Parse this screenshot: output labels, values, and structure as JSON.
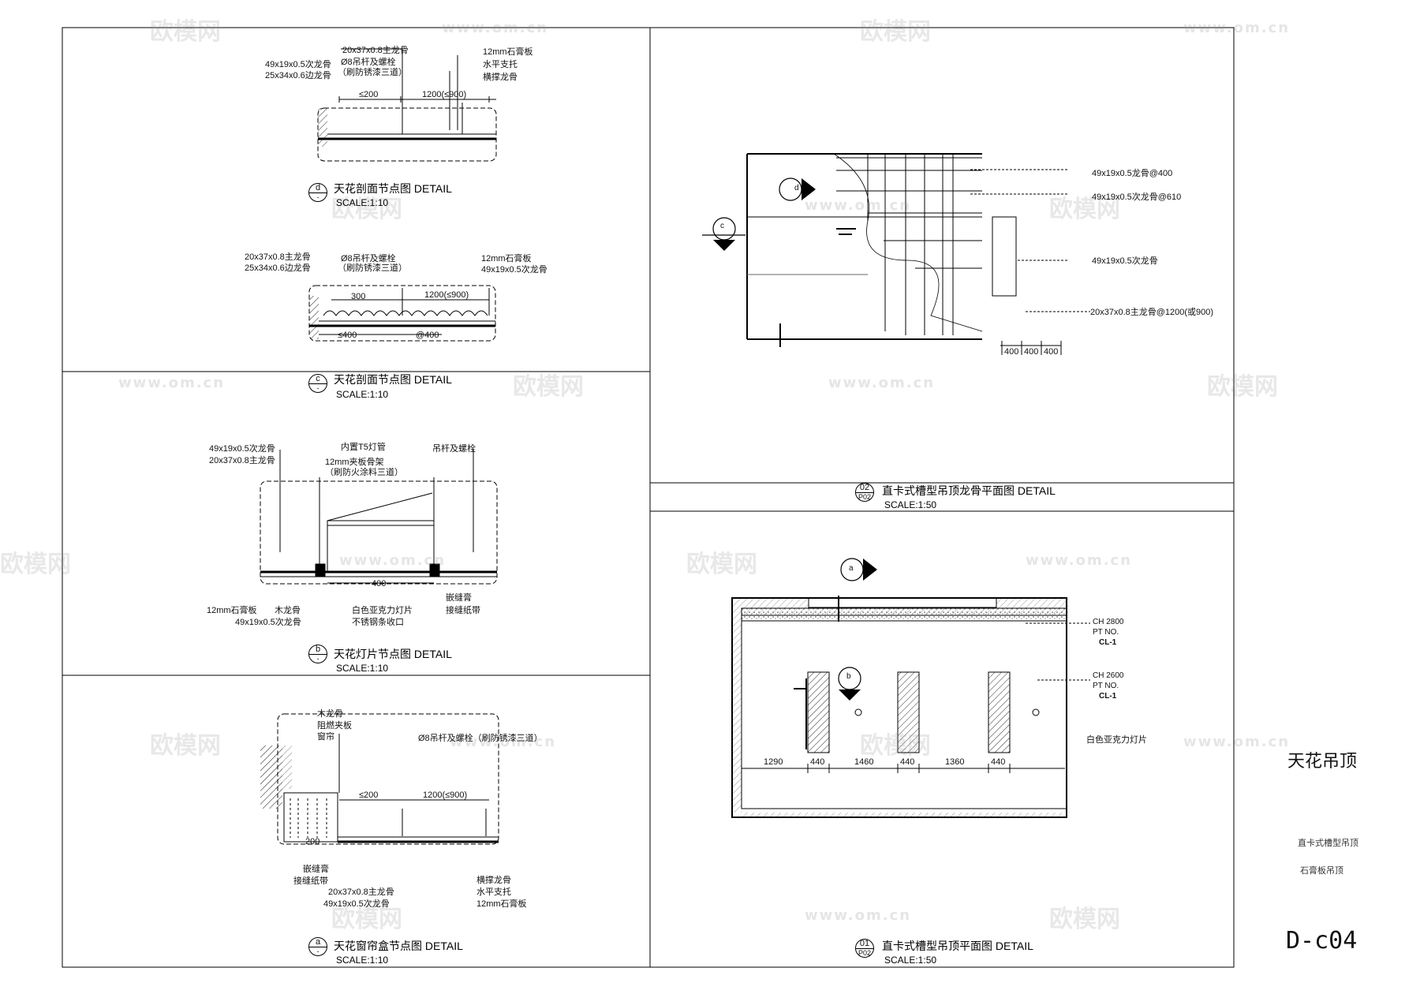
{
  "watermark": {
    "logo": "欧模网",
    "url": "www.om.cn"
  },
  "title_block": {
    "title": "天花吊顶",
    "note1": "直卡式槽型吊顶",
    "note2": "石膏板吊顶",
    "drawing_no": "D-c04"
  },
  "details": {
    "d": {
      "letter": "d",
      "sheet": "-",
      "title": "天花剖面节点图   DETAIL",
      "scale": "SCALE:1:10",
      "labels": [
        "20x37x0.8主龙骨",
        "Ø8吊杆及螺栓",
        "（刷防锈漆三道）",
        "49x19x0.5次龙骨",
        "25x34x0.6边龙骨",
        "12mm石膏板",
        "水平支托",
        "横撑龙骨",
        "≤200",
        "1200(≤900)"
      ]
    },
    "c": {
      "letter": "c",
      "sheet": "-",
      "title": "天花剖面节点图   DETAIL",
      "scale": "SCALE:1:10",
      "labels": [
        "20x37x0.8主龙骨",
        "25x34x0.6边龙骨",
        "Ø8吊杆及螺栓",
        "（刷防锈漆三道）",
        "12mm石膏板",
        "49x19x0.5次龙骨",
        "300",
        "1200(≤900)",
        "≤400",
        "@400"
      ]
    },
    "b": {
      "letter": "b",
      "sheet": "-",
      "title": "天花灯片节点图   DETAIL",
      "scale": "SCALE:1:10",
      "labels": [
        "49x19x0.5次龙骨",
        "20x37x0.8主龙骨",
        "内置T5灯管",
        "12mm夹板骨架",
        "（刷防火涂料三道）",
        "吊杆及螺栓",
        "400",
        "12mm石膏板",
        "木龙骨",
        "49x19x0.5次龙骨",
        "白色亚克力灯片",
        "不锈钢条收口",
        "嵌缝膏",
        "接缝纸带"
      ]
    },
    "a": {
      "letter": "a",
      "sheet": "-",
      "title": "天花窗帘盒节点图   DETAIL",
      "scale": "SCALE:1:10",
      "labels": [
        "木龙骨",
        "阻燃夹板",
        "窗帘",
        "Ø8吊杆及螺栓（刷防锈漆三道）",
        "≤200",
        "1200(≤900)",
        "200",
        "嵌缝膏",
        "接缝纸带",
        "20x37x0.8主龙骨",
        "49x19x0.5次龙骨",
        "横撑龙骨",
        "水平支托",
        "12mm石膏板"
      ]
    },
    "p02": {
      "number": "02",
      "sheet": "P02",
      "title": "直卡式槽型吊顶龙骨平面图   DETAIL",
      "scale": "SCALE:1:50",
      "labels": [
        "49x19x0.5龙骨@400",
        "49x19x0.5次龙骨@610",
        "49x19x0.5次龙骨",
        "20x37x0.8主龙骨@1200(或900)",
        "400",
        "400",
        "400"
      ],
      "markers": [
        "d",
        "c"
      ]
    },
    "p01": {
      "number": "01",
      "sheet": "P02",
      "title": "直卡式槽型吊顶平面图   DETAIL",
      "scale": "SCALE:1:50",
      "tags": [
        {
          "ch": "CH 2800",
          "pt": "PT     NO.",
          "code": "CL-1"
        },
        {
          "ch": "CH 2600",
          "pt": "PT     NO.",
          "code": "CL-1"
        }
      ],
      "light_label": "白色亚克力灯片",
      "dims": [
        "1290",
        "440",
        "1460",
        "440",
        "1360",
        "440"
      ],
      "markers": [
        "a",
        "b"
      ]
    }
  }
}
